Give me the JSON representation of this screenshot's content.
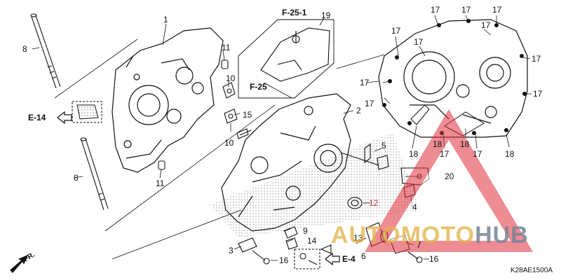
{
  "diagram_code": "K28AE1500A",
  "watermark": {
    "part1": "AUTO",
    "part2": "MOTO",
    "part3": "HUB"
  },
  "direction_label": "FR.",
  "refs": {
    "e14": "E-14",
    "f25": "F-25",
    "f25_1": "F-25-1",
    "e4": "E-4"
  },
  "callouts": {
    "c1": "1",
    "c2": "2",
    "c3": "3",
    "c4": "4",
    "c5": "5",
    "c6": "6",
    "c7": "7",
    "c8a": "8",
    "c8b": "8",
    "c9": "9",
    "c10a": "10",
    "c10b": "10",
    "c11a": "11",
    "c11b": "11",
    "c12": "12",
    "c13": "13",
    "c14": "14",
    "c15": "15",
    "c16a": "16",
    "c16b": "16",
    "c17a": "17",
    "c17b": "17",
    "c17c": "17",
    "c17d": "17",
    "c17e": "17",
    "c17f": "17",
    "c17g": "17",
    "c17h": "17",
    "c17i": "17",
    "c17j": "17",
    "c17k": "17",
    "c17l": "17",
    "c18a": "18",
    "c18b": "18",
    "c18c": "18",
    "c18d": "18",
    "c19": "19",
    "c20": "20"
  },
  "colors": {
    "line": "#111111",
    "stipple": "#9a9a9a",
    "watermark_red": "#e0303a",
    "watermark_gold": "#e2b24a",
    "watermark_gray": "#78829a"
  }
}
